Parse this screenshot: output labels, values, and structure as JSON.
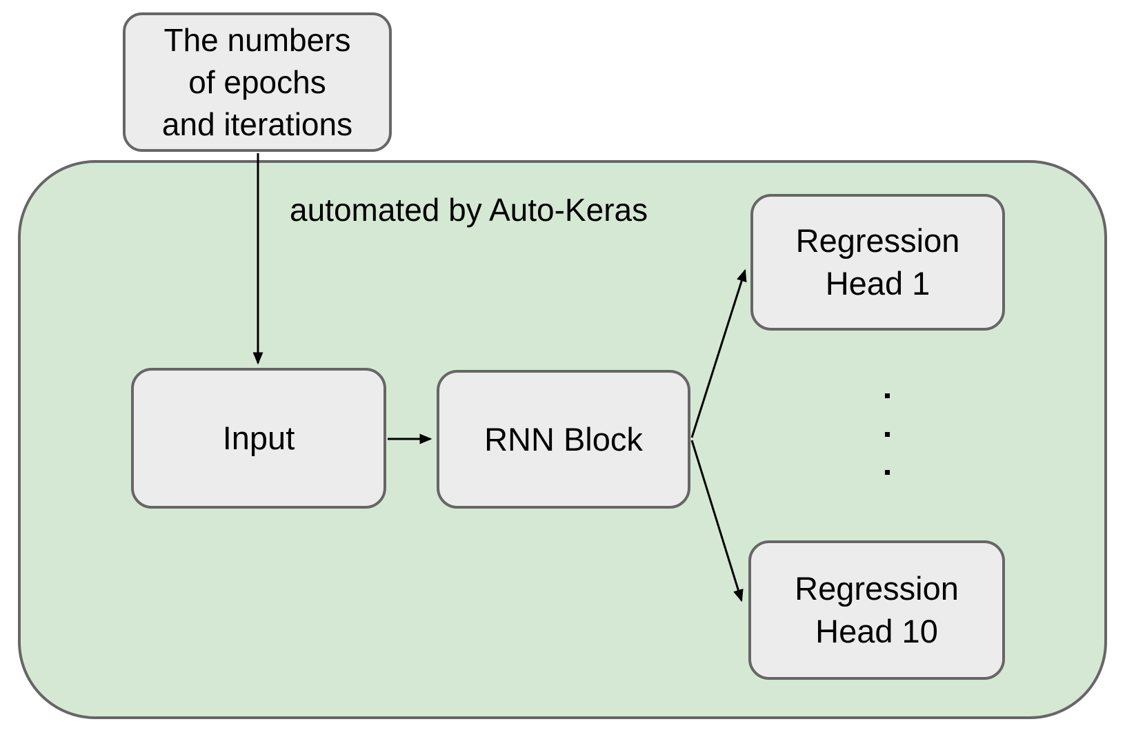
{
  "diagram": {
    "outer_note": {
      "lines": [
        "The numbers",
        "of epochs",
        "and iterations"
      ]
    },
    "container": {
      "label": "automated by Auto-Keras"
    },
    "nodes": {
      "input": {
        "label": "Input"
      },
      "rnn": {
        "label": "RNN Block"
      },
      "head1": {
        "lines": [
          "Regression",
          "Head 1"
        ]
      },
      "head10": {
        "lines": [
          "Regression",
          "Head 10"
        ]
      }
    },
    "ellipsis": {
      "dot_count": 3
    },
    "colors": {
      "container_fill": "#d5e8d4",
      "node_fill": "#ececec",
      "border": "#666666",
      "arrow": "#000000",
      "text": "#000000"
    }
  }
}
